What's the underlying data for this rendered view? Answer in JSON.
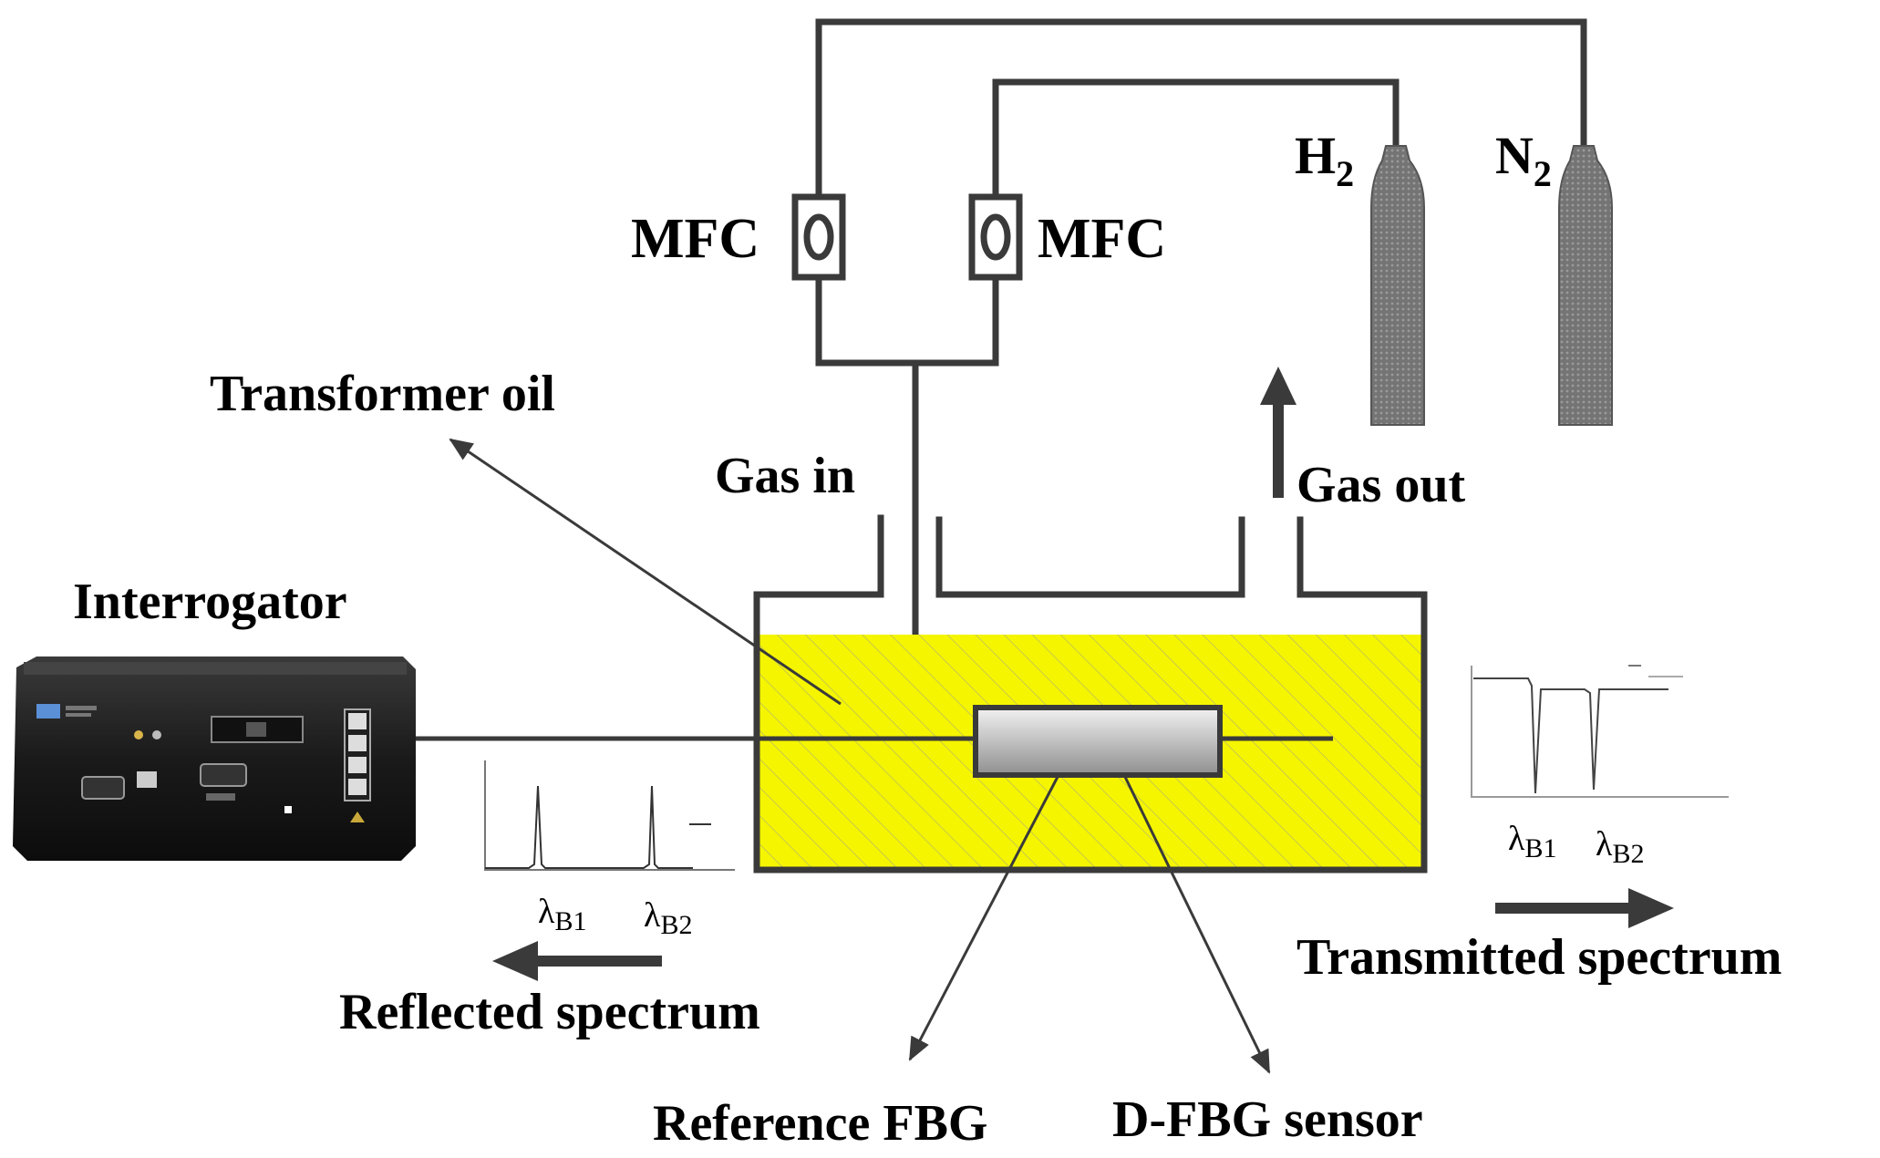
{
  "labels": {
    "mfc_left": "MFC",
    "mfc_right": "MFC",
    "h2_base": "H",
    "h2_sub": "2",
    "n2_base": "N",
    "n2_sub": "2",
    "transformer_oil": "Transformer oil",
    "gas_in": "Gas in",
    "gas_out": "Gas out",
    "interrogator": "Interrogator",
    "reflected_spectrum": "Reflected spectrum",
    "transmitted_spectrum": "Transmitted spectrum",
    "reference_fbg": "Reference FBG",
    "dfbg_sensor": "D-FBG sensor"
  },
  "spectra": {
    "reflected": {
      "peak1": "λ",
      "peak1_sub": "B1",
      "peak2": "λ",
      "peak2_sub": "B2",
      "more": "--"
    },
    "transmitted": {
      "dip1": "λ",
      "dip1_sub": "B1",
      "dip2": "λ",
      "dip2_sub": "B2",
      "more": "--"
    }
  },
  "colors": {
    "oil": "#f5f500",
    "pipe": "#3a3a3a",
    "cylinder": "#6e6e6e",
    "device": "#1c1c1c"
  },
  "icons": {
    "interrogator": "interrogator-device-icon",
    "cylinder": "gas-cylinder-icon",
    "valve": "mass-flow-controller-icon"
  }
}
